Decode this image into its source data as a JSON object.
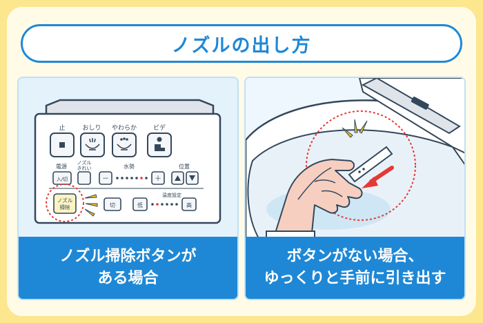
{
  "title": "ノズルの出し方",
  "left_panel": {
    "caption_line1": "ノズル掃除ボタンが",
    "caption_line2": "ある場合",
    "remote": {
      "btn_stop": "止",
      "btn_oshiri": "おしり",
      "btn_yawaraka": "やわらか",
      "btn_bidet": "ビデ",
      "label_power": "電源",
      "power_onoff": "入/切",
      "label_nozzle_line1": "ノズル",
      "label_nozzle_line2": "きれい",
      "label_water": "水勢",
      "label_position": "位置",
      "minus": "－",
      "plus": "＋",
      "label_temp": "温度設定",
      "nozzle_clean_line1": "ノズル",
      "nozzle_clean_line2": "掃除",
      "off": "切",
      "low": "低",
      "high": "高"
    }
  },
  "right_panel": {
    "caption_line1": "ボタンがない場合、",
    "caption_line2": "ゆっくりと手前に引き出す"
  },
  "colors": {
    "accent_blue": "#1e88d6",
    "frame_yellow": "#fce68e",
    "highlight_red": "#e53935",
    "spark_yellow": "#f5c518"
  }
}
